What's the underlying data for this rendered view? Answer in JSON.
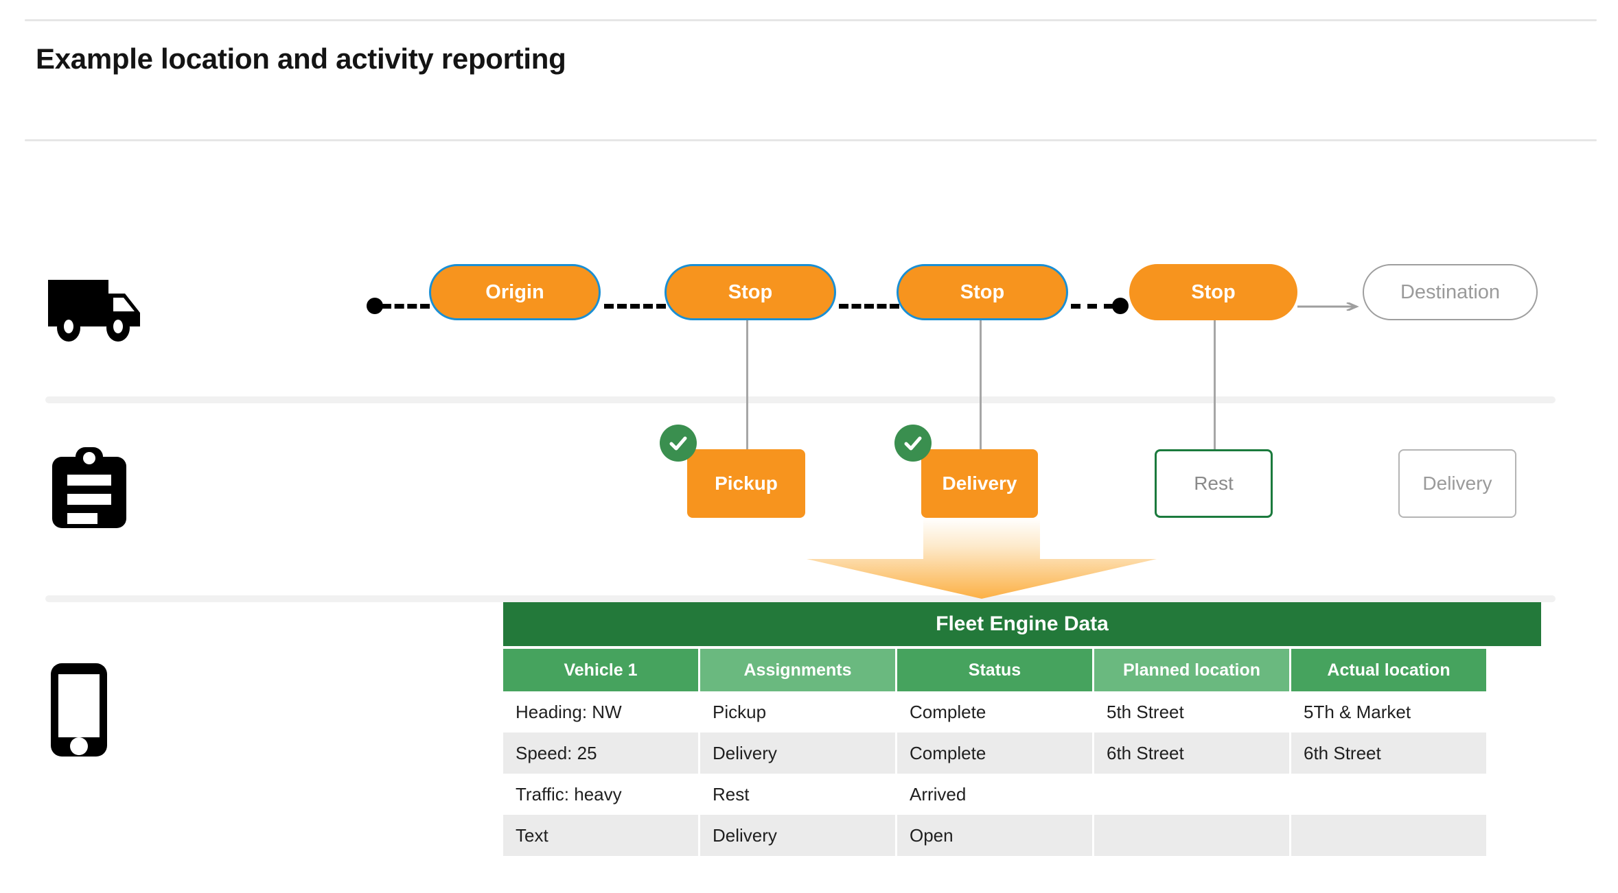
{
  "header": {
    "title": "Example location and activity reporting"
  },
  "rows": {
    "vehicle": {
      "icon": "truck-icon"
    },
    "activity": {
      "icon": "clipboard-icon"
    },
    "device": {
      "icon": "phone-icon"
    }
  },
  "route": {
    "stops": [
      {
        "label": "Origin",
        "state": "active"
      },
      {
        "label": "Stop",
        "state": "active"
      },
      {
        "label": "Stop",
        "state": "active"
      },
      {
        "label": "Stop",
        "state": "active-noborder"
      },
      {
        "label": "Destination",
        "state": "ghost"
      }
    ]
  },
  "activities": [
    {
      "label": "Pickup",
      "state": "done",
      "checked": true
    },
    {
      "label": "Delivery",
      "state": "done",
      "checked": true
    },
    {
      "label": "Rest",
      "state": "pending-green",
      "checked": false
    },
    {
      "label": "Delivery",
      "state": "pending-gray",
      "checked": false
    }
  ],
  "table": {
    "title": "Fleet Engine Data",
    "columns": [
      "Vehicle 1",
      "Assignments",
      "Status",
      "Planned location",
      "Actual location"
    ],
    "rows": [
      [
        "Heading: NW",
        "Pickup",
        "Complete",
        "5th Street",
        "5Th & Market"
      ],
      [
        "Speed: 25",
        "Delivery",
        "Complete",
        "6th Street",
        "6th Street"
      ],
      [
        "Traffic: heavy",
        "Rest",
        "Arrived",
        "",
        ""
      ],
      [
        "Text",
        "Delivery",
        "Open",
        "",
        ""
      ]
    ]
  },
  "colors": {
    "orange": "#f7941e",
    "blue_border": "#1a8fd4",
    "green_dark": "#23793a",
    "green_header_dark": "#46a35e",
    "green_header_light": "#6ab97f",
    "check_green": "#3a8f4f",
    "gray_text": "#9a9a9a",
    "row_shade": "#ebebeb"
  }
}
